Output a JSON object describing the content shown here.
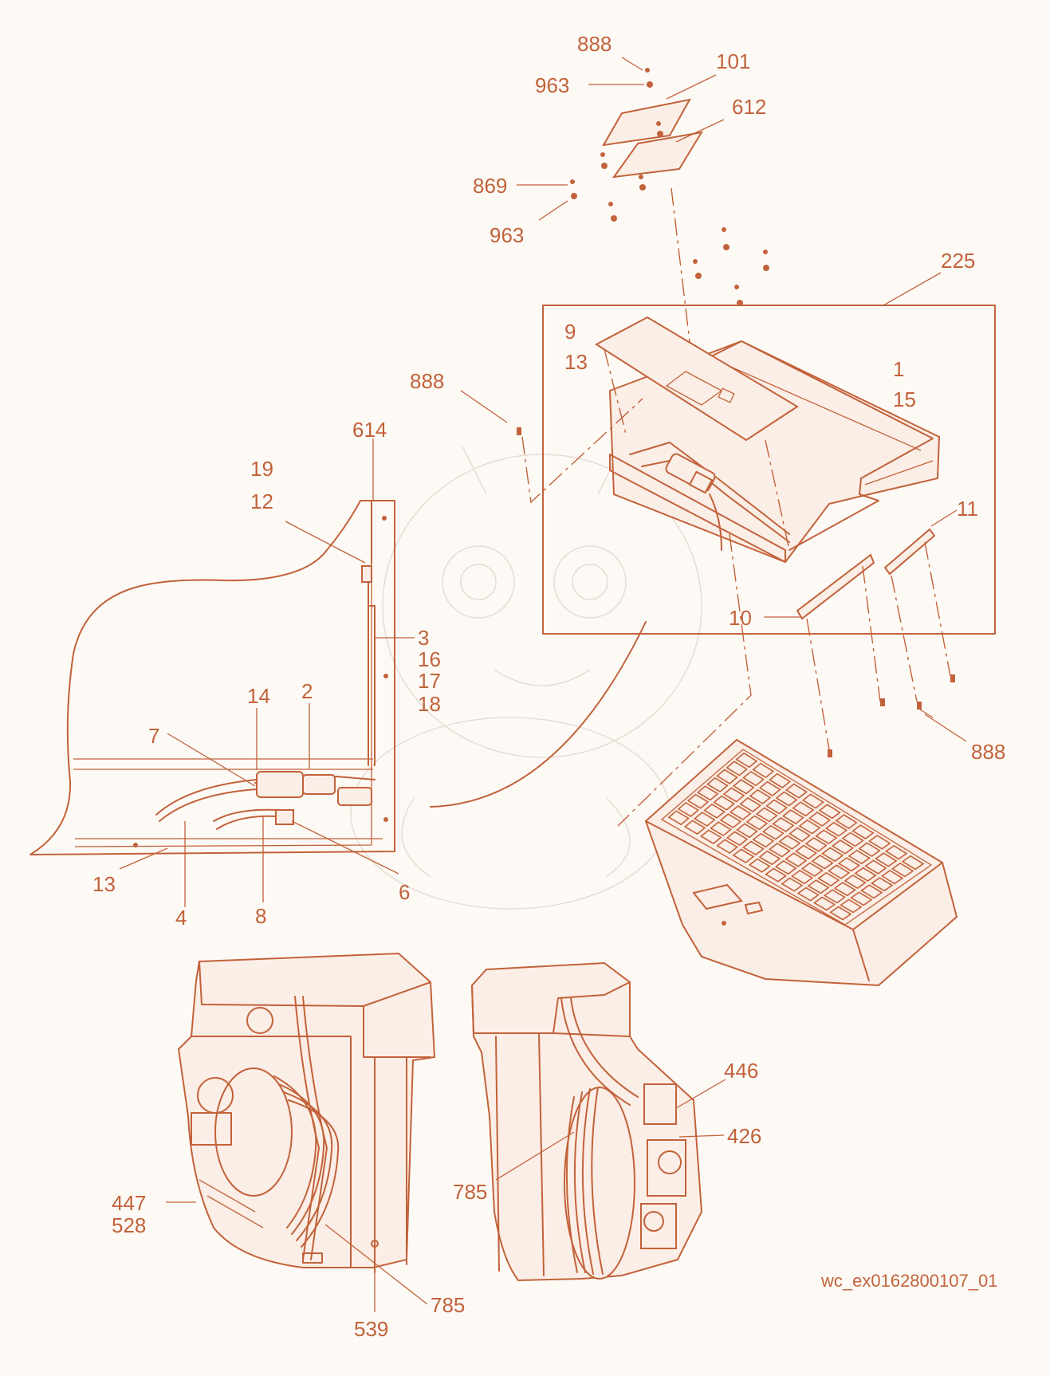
{
  "callouts": [
    {
      "id": "c888a",
      "text": "888"
    },
    {
      "id": "c101",
      "text": "101"
    },
    {
      "id": "c963a",
      "text": "963"
    },
    {
      "id": "c612",
      "text": "612"
    },
    {
      "id": "c869",
      "text": "869"
    },
    {
      "id": "c963b",
      "text": "963"
    },
    {
      "id": "c225",
      "text": "225"
    },
    {
      "id": "c9",
      "text": "9"
    },
    {
      "id": "c13a",
      "text": "13"
    },
    {
      "id": "c1",
      "text": "1"
    },
    {
      "id": "c15",
      "text": "15"
    },
    {
      "id": "c888b",
      "text": "888"
    },
    {
      "id": "c614",
      "text": "614"
    },
    {
      "id": "c19",
      "text": "19"
    },
    {
      "id": "c12",
      "text": "12"
    },
    {
      "id": "c11",
      "text": "11"
    },
    {
      "id": "c3",
      "text": "3"
    },
    {
      "id": "c16",
      "text": "16"
    },
    {
      "id": "c17",
      "text": "17"
    },
    {
      "id": "c18",
      "text": "18"
    },
    {
      "id": "c10",
      "text": "10"
    },
    {
      "id": "c14",
      "text": "14"
    },
    {
      "id": "c2",
      "text": "2"
    },
    {
      "id": "c7",
      "text": "7"
    },
    {
      "id": "c888c",
      "text": "888"
    },
    {
      "id": "c13b",
      "text": "13"
    },
    {
      "id": "c6",
      "text": "6"
    },
    {
      "id": "c4",
      "text": "4"
    },
    {
      "id": "c8",
      "text": "8"
    },
    {
      "id": "c446",
      "text": "446"
    },
    {
      "id": "c426",
      "text": "426"
    },
    {
      "id": "c785a",
      "text": "785"
    },
    {
      "id": "c447",
      "text": "447"
    },
    {
      "id": "c528",
      "text": "528"
    },
    {
      "id": "c785b",
      "text": "785"
    },
    {
      "id": "c539",
      "text": "539"
    }
  ],
  "reference_code": "wc_ex0162800107_01",
  "colors": {
    "line": "#c2623a",
    "background": "#fdfaf6",
    "watermark": "#e7dcd2"
  }
}
